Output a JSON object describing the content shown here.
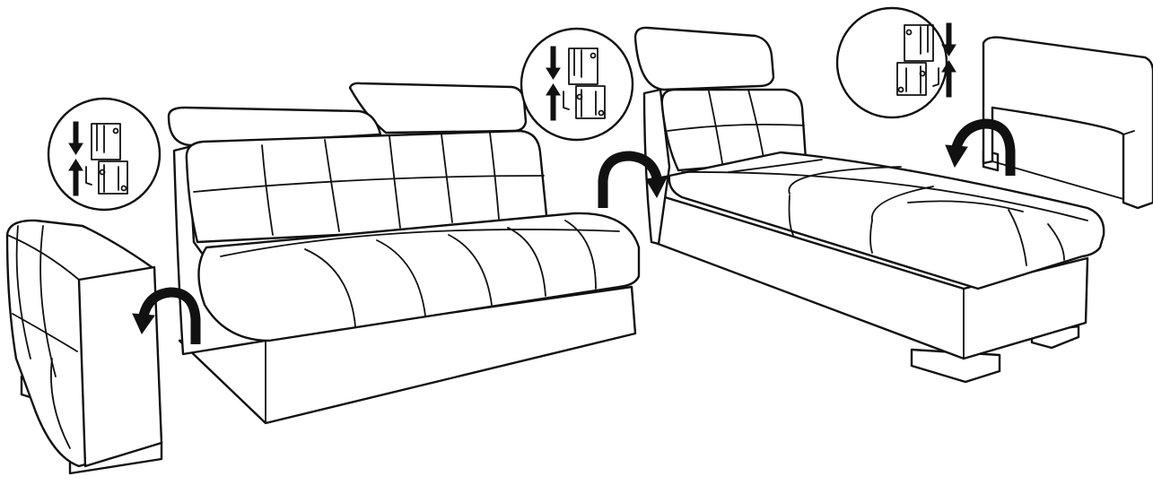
{
  "figure": {
    "background": "#ffffff",
    "line_color": "#111111",
    "parts": [
      {
        "id": "left-armrest",
        "icon": "armrest"
      },
      {
        "id": "two-seat-sofa",
        "icon": "sofa-module"
      },
      {
        "id": "chaise-longue",
        "icon": "chaise-module"
      },
      {
        "id": "right-armrest",
        "icon": "armrest"
      }
    ],
    "callouts": [
      {
        "id": "bracket-detail-left",
        "icon": "bracket-connector-icon",
        "arrows": [
          "down",
          "up"
        ]
      },
      {
        "id": "bracket-detail-middle",
        "icon": "bracket-connector-icon",
        "arrows": [
          "down",
          "up"
        ]
      },
      {
        "id": "bracket-detail-right",
        "icon": "bracket-connector-icon",
        "arrows": [
          "down",
          "up"
        ]
      }
    ],
    "motion_arrows": [
      {
        "id": "attach-left-armrest",
        "icon": "curved-arrow-icon",
        "direction": "down-left"
      },
      {
        "id": "attach-chaise",
        "icon": "curved-arrow-icon",
        "direction": "down-right"
      },
      {
        "id": "attach-right-armrest",
        "icon": "curved-arrow-icon",
        "direction": "down-left"
      }
    ]
  }
}
